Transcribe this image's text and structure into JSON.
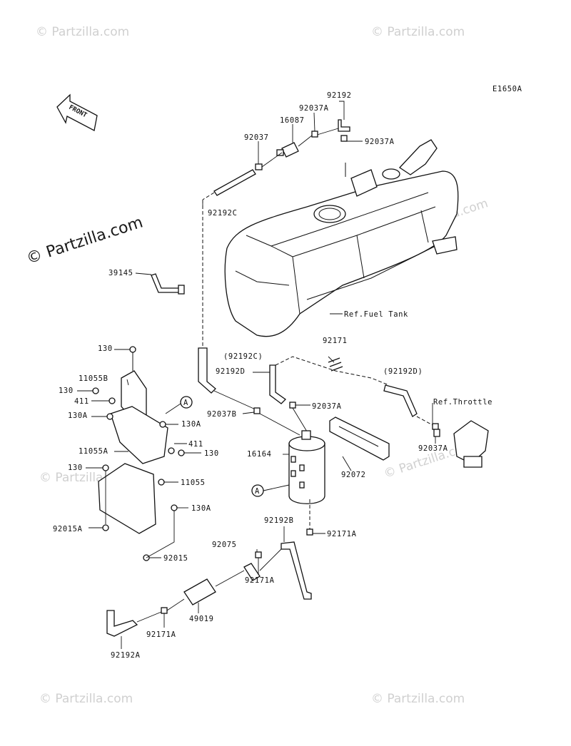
{
  "diagram": {
    "code": "E1650A",
    "front_label": "FRONT",
    "watermark_main": "© Partzilla.com",
    "watermarks": [
      "© Partzilla.com",
      "© Partzilla.com",
      "© Partzilla.com",
      "© Partzilla.com",
      "© Partzilla.com",
      "© Partzilla.com",
      "© Partzilla.com"
    ],
    "refs": {
      "fuel_tank": "Ref.Fuel Tank",
      "throttle": "Ref.Throttle"
    },
    "callouts": {
      "a1": "A",
      "a2": "A"
    },
    "labels": {
      "p92192": "92192",
      "p92037A_top": "92037A",
      "p16087": "16087",
      "p92037": "92037",
      "p92037A_right": "92037A",
      "p92192C": "92192C",
      "p39145": "39145",
      "p130_top": "130",
      "p92192C_paren": "(92192C)",
      "p92171": "92171",
      "p11055B": "11055B",
      "p92192D": "92192D",
      "p92192D_paren": "(92192D)",
      "p130_left": "130",
      "p411_left": "411",
      "p92037A_mid": "92037A",
      "p130A_left": "130A",
      "p92037B": "92037B",
      "p130A_mid": "130A",
      "p11055A": "11055A",
      "p411_right": "411",
      "p130_right": "130",
      "p16164": "16164",
      "p92072": "92072",
      "p92037A_throttle": "92037A",
      "p130_lower": "130",
      "p11055": "11055",
      "p130A_lower": "130A",
      "p92015A": "92015A",
      "p92192B": "92192B",
      "p92171A_right": "92171A",
      "p92015": "92015",
      "p92075": "92075",
      "p92171A_mid": "92171A",
      "p49019": "49019",
      "p92171A_low": "92171A",
      "p92192A": "92192A"
    }
  }
}
